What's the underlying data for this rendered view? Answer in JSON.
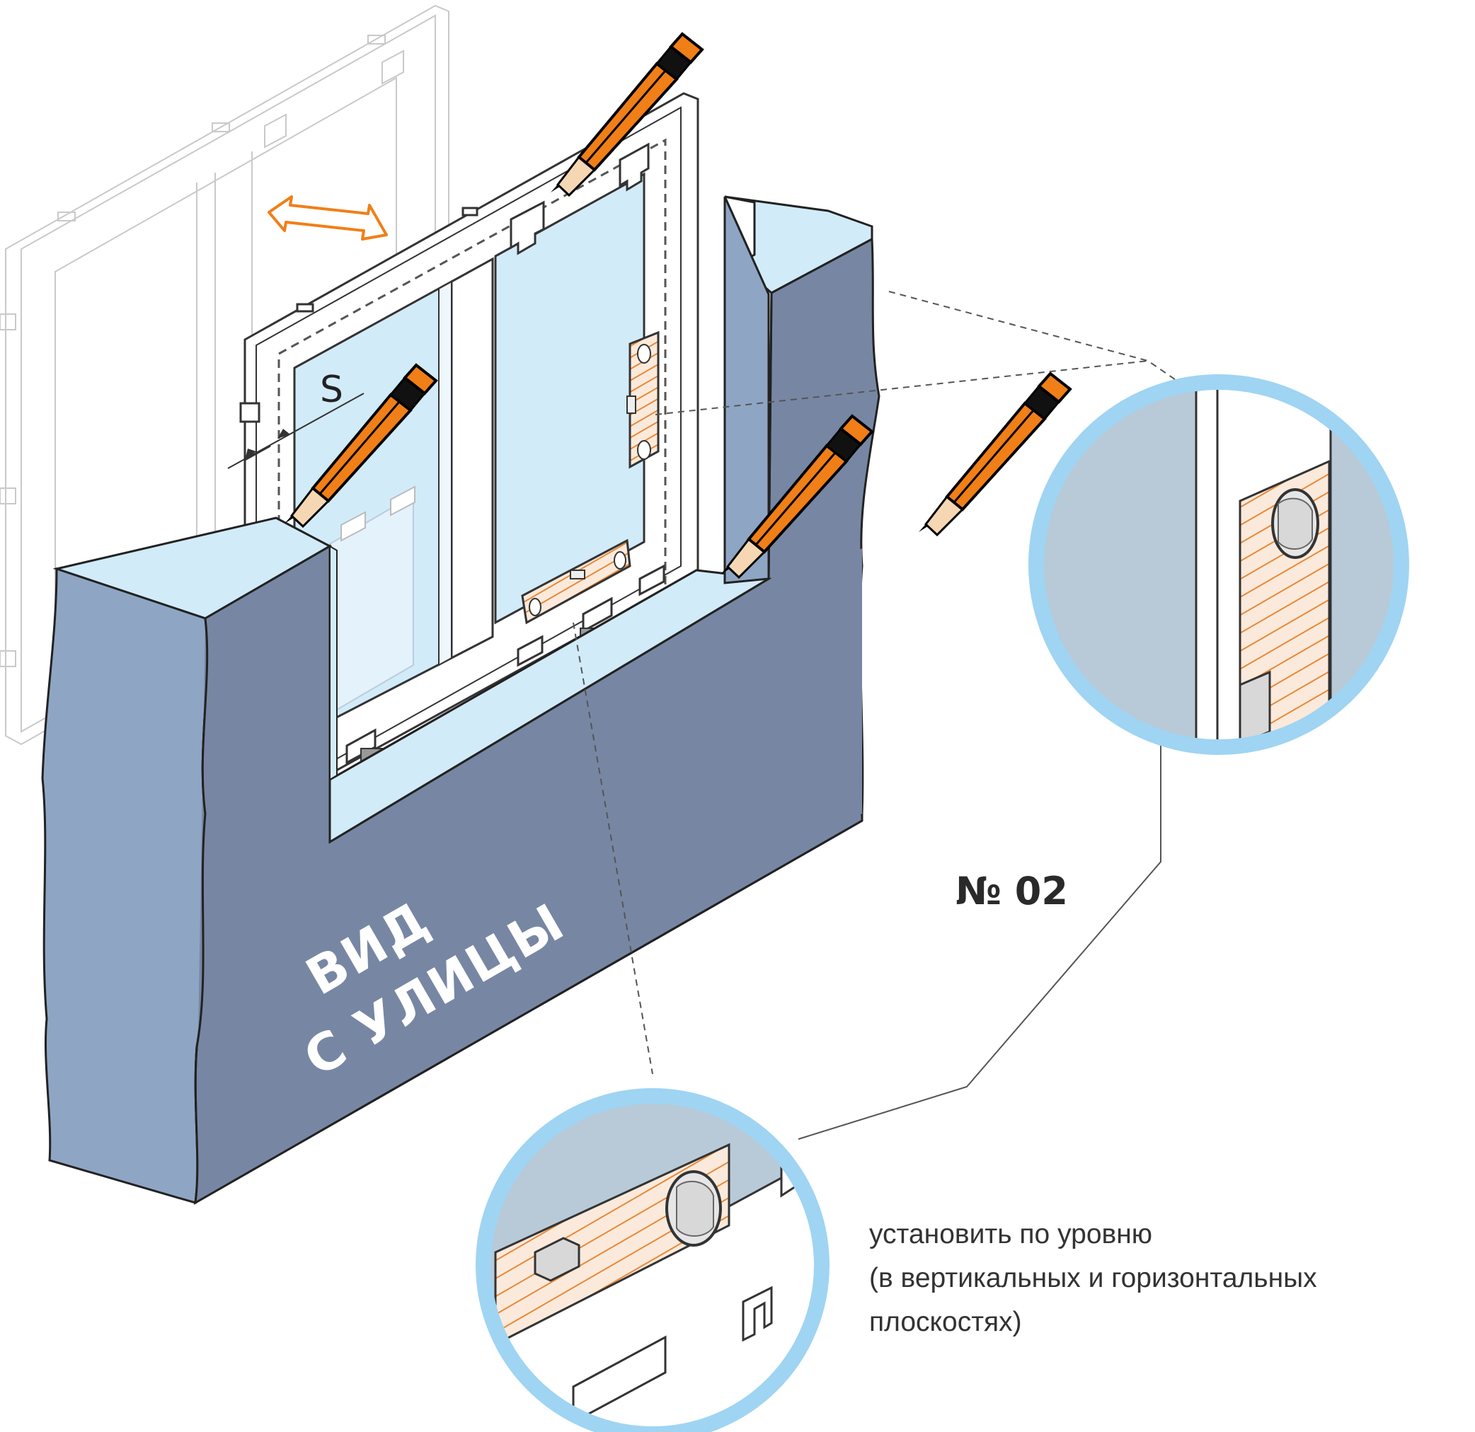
{
  "labels": {
    "street_view_line1": "ВИД",
    "street_view_line2": "С УЛИЦЫ",
    "step_number": "№ 02",
    "gap_symbol": "S"
  },
  "caption": {
    "line1": "установить по уровню",
    "line2": "(в вертикальных и горизонтальных",
    "line3": "плоскостях)"
  },
  "colors": {
    "wall_front": "#7787a3",
    "wall_side": "#8fa5c4",
    "wall_top": "#d2ebf8",
    "glass": "#d2ebf8",
    "frame": "#ffffff",
    "pencil_orange": "#f07f18",
    "level_orange": "#f0b07a",
    "callout_ring": "#9fd4f3",
    "outline": "#333333"
  },
  "icons": {
    "pencil": "pencil-icon",
    "level": "spirit-level-icon",
    "arrow": "double-arrow-icon"
  }
}
